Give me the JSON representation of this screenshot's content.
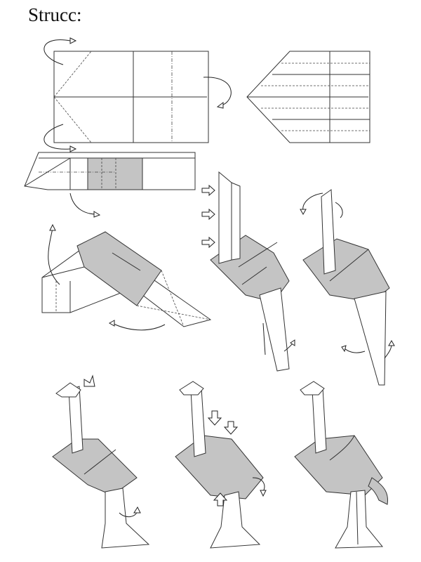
{
  "title": "Strucc:",
  "diagram": {
    "type": "origami-instructions",
    "step_count": 9,
    "colors": {
      "paper_back": "#c4c4c4",
      "line": "#333333"
    }
  }
}
